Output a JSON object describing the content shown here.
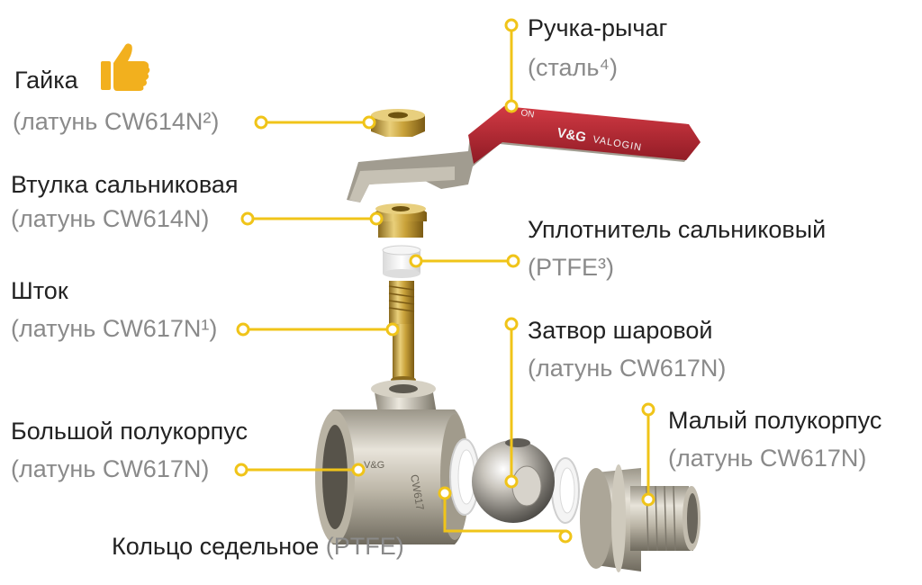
{
  "colors": {
    "leader": "#f0c419",
    "name_text": "#222222",
    "material_text": "#8a8a8a",
    "handle_red": "#b3222e",
    "brass": "#c9a23a",
    "nickel": "#b9b3a4"
  },
  "labels": {
    "nut": {
      "name": "Гайка",
      "material": "(латунь CW614N²)",
      "icon": "thumbs-up-icon"
    },
    "gland_sleeve": {
      "name": "Втулка сальниковая",
      "material": "(латунь CW614N)"
    },
    "stem": {
      "name": "Шток",
      "material": "(латунь CW617N¹)"
    },
    "large_body": {
      "name": "Большой полукорпус",
      "material": "(латунь CW617N)"
    },
    "seat_ring": {
      "name": "Кольцо седельное",
      "material": "(PTFE)"
    },
    "handle": {
      "name": "Ручка-рычаг",
      "material": "(сталь⁴)"
    },
    "gland_seal": {
      "name": "Уплотнитель сальниковый",
      "material": "(PTFE³)"
    },
    "ball": {
      "name": "Затвор шаровой",
      "material": "(латунь CW617N)"
    },
    "small_body": {
      "name": "Малый полукорпус",
      "material": "(латунь CW617N)"
    }
  },
  "handle_brand": {
    "logo": "V&G",
    "text": "VALOGIN",
    "small": "ON"
  }
}
